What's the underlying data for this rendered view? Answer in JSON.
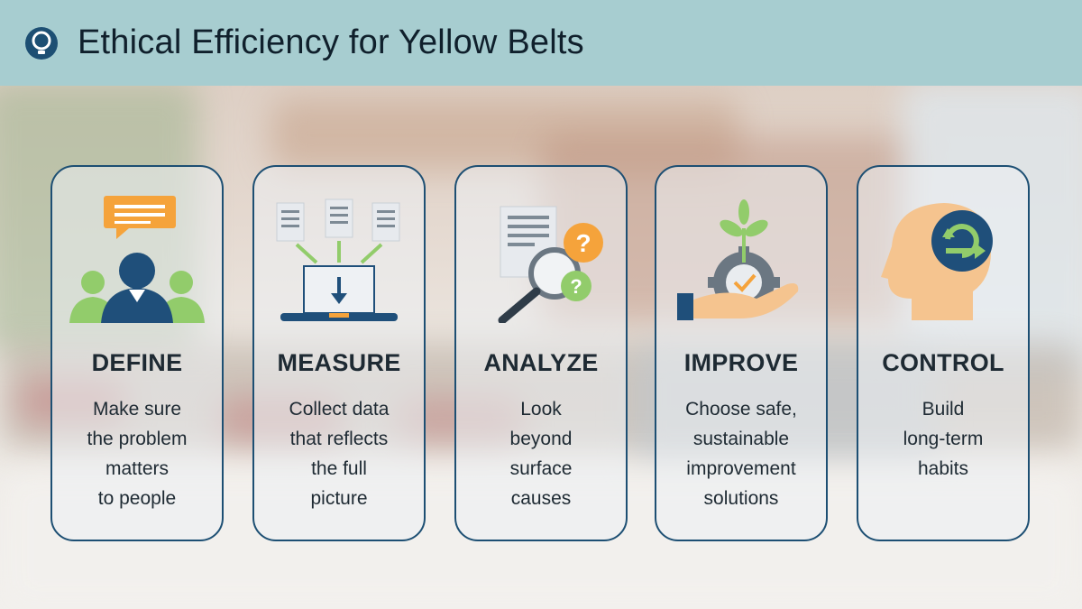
{
  "header": {
    "title": "Ethical Efficiency for Yellow Belts",
    "logo_icon": "lightbulb-ring-icon"
  },
  "colors": {
    "header_bg": "#a7cdd0",
    "card_border": "#1d4f73",
    "navy": "#1f4f7a",
    "orange": "#f5a33b",
    "green": "#92cc6b",
    "gray": "#6b7782"
  },
  "steps": [
    {
      "label": "DEFINE",
      "desc": "Make sure\nthe problem\nmatters\nto people",
      "icon": "people-speech-icon"
    },
    {
      "label": "MEASURE",
      "desc": "Collect data\nthat reflects\nthe full\npicture",
      "icon": "documents-laptop-icon"
    },
    {
      "label": "ANALYZE",
      "desc": "Look\nbeyond\nsurface\ncauses",
      "icon": "magnifier-questions-icon"
    },
    {
      "label": "IMPROVE",
      "desc": "Choose safe,\nsustainable\nimprovement\nsolutions",
      "icon": "hand-gear-plant-icon"
    },
    {
      "label": "CONTROL",
      "desc": "Build\nlong-term\nhabits",
      "icon": "head-cycle-icon"
    }
  ]
}
